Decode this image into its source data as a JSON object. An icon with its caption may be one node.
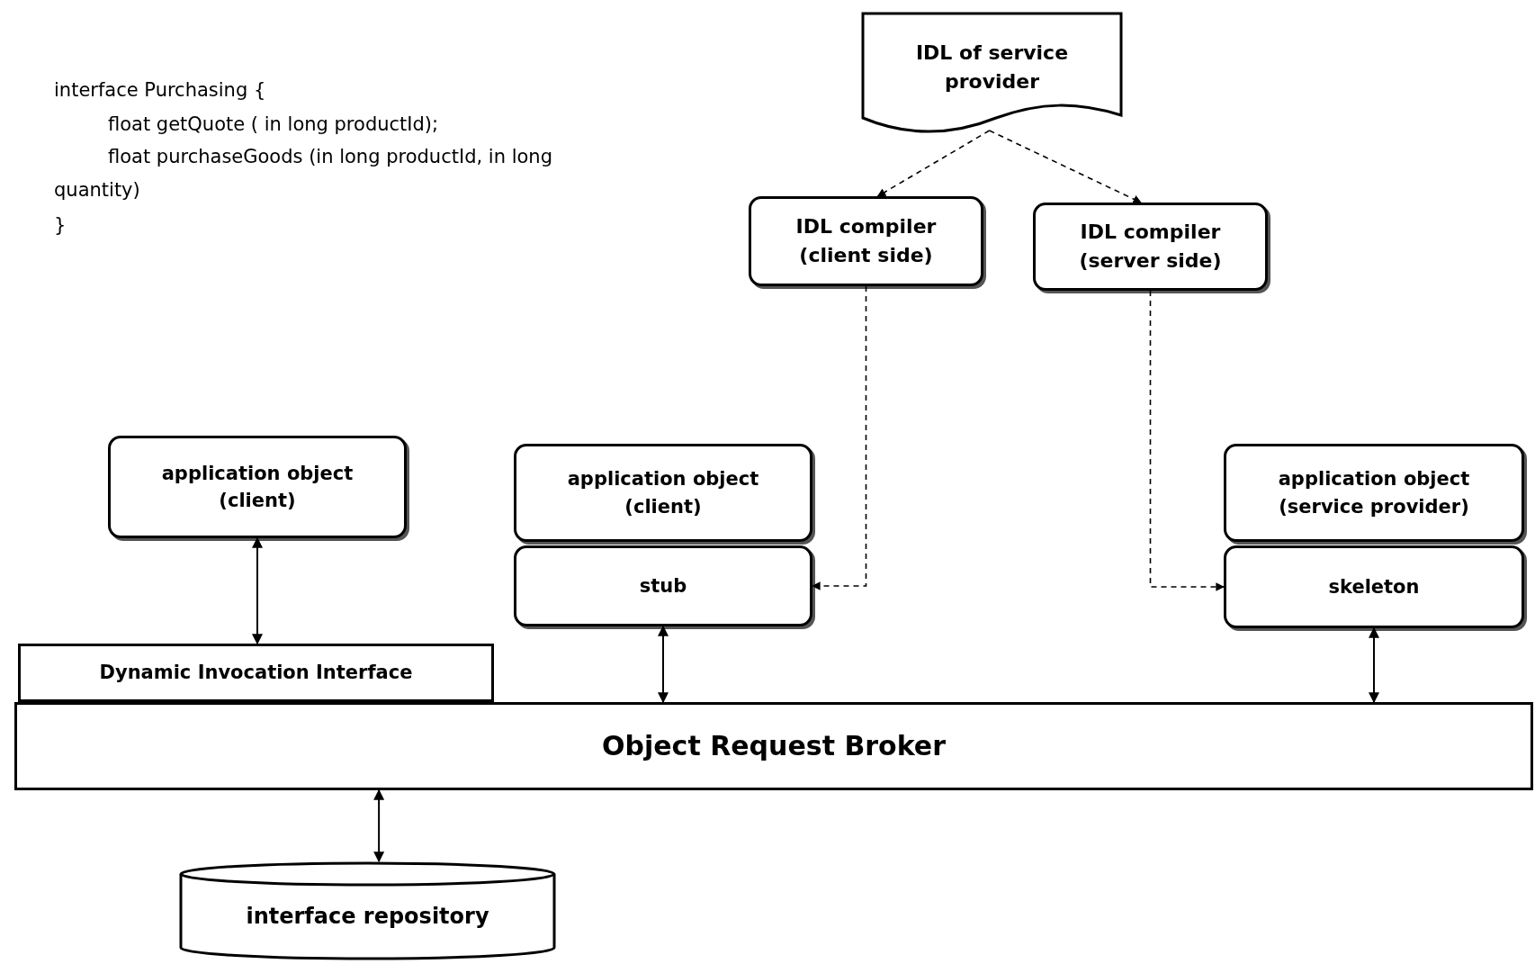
{
  "diagram": {
    "nodes": [
      {
        "text": [
          "IDL of service provider"
        ]
      },
      {
        "text": [
          "IDL compiler (client side)"
        ]
      },
      {
        "text": [
          "IDL compiler (server side)"
        ]
      },
      {
        "text": [
          "application object (client)"
        ]
      },
      {
        "text": [
          "application object (client)"
        ]
      },
      {
        "text": [
          "stub"
        ]
      },
      {
        "text": [
          "application object (service provider)"
        ]
      },
      {
        "text": [
          "skeleton"
        ]
      },
      {
        "text": [
          "Dynamic Invocation Interface"
        ]
      },
      {
        "text": [
          "Object Request Broker"
        ]
      },
      {
        "text": [
          "interface repository"
        ]
      }
    ],
    "edges": [
      {
        "from": 0,
        "to": 1,
        "arrow": "to",
        "style": "dashed"
      },
      {
        "from": 0,
        "to": 2,
        "arrow": "to",
        "style": "dashed"
      },
      {
        "from": 1,
        "to": 5,
        "arrow": "to",
        "style": "dashed"
      },
      {
        "from": 2,
        "to": 7,
        "arrow": "to",
        "style": "dashed"
      },
      {
        "from": 3,
        "to": 8,
        "arrow": "both"
      },
      {
        "from": 5,
        "to": 9,
        "arrow": "both"
      },
      {
        "from": 7,
        "to": 9,
        "arrow": "both"
      },
      {
        "from": 9,
        "to": 10,
        "arrow": "both"
      }
    ],
    "labels": [
      "interface Purchasing {",
      "float getQuote ( in long productId);",
      "float purchaseGoods (in long productId, in long quantity)",
      "}"
    ]
  }
}
